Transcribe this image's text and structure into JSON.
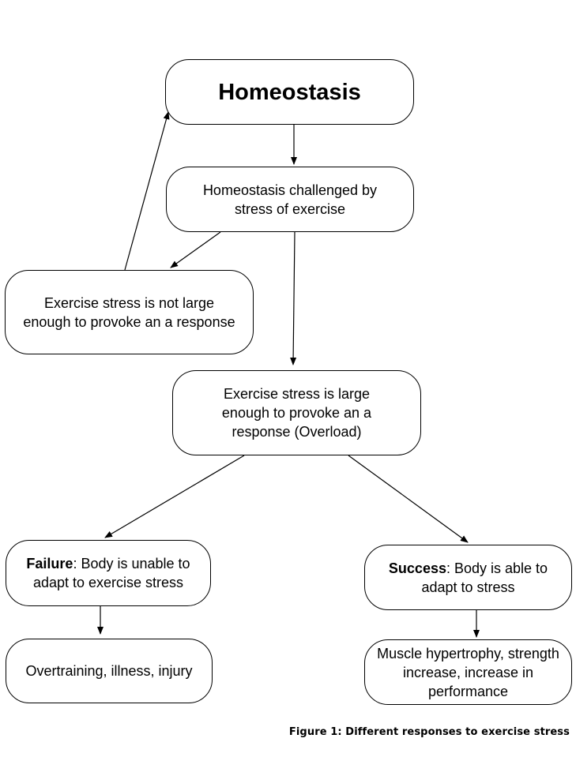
{
  "diagram": {
    "nodes": {
      "homeostasis": "Homeostasis",
      "challenged": "Homeostasis challenged by stress of exercise",
      "not_large": "Exercise stress is not large enough to provoke an a response",
      "large": "Exercise stress is large enough to provoke an a response (Overload)",
      "failure_label": "Failure",
      "failure_text": ": Body is unable to adapt to exercise stress",
      "success_label": "Success",
      "success_text": ": Body is able to adapt to stress",
      "failure_outcome": "Overtraining, illness, injury",
      "success_outcome": "Muscle hypertrophy, strength increase, increase in performance"
    },
    "edges": [
      {
        "from": "homeostasis",
        "to": "challenged"
      },
      {
        "from": "challenged",
        "to": "not_large"
      },
      {
        "from": "not_large",
        "to": "homeostasis"
      },
      {
        "from": "challenged",
        "to": "large"
      },
      {
        "from": "large",
        "to": "failure"
      },
      {
        "from": "large",
        "to": "success"
      },
      {
        "from": "failure",
        "to": "failure_outcome"
      },
      {
        "from": "success",
        "to": "success_outcome"
      }
    ],
    "caption": "Figure 1: Different responses to exercise stress"
  }
}
